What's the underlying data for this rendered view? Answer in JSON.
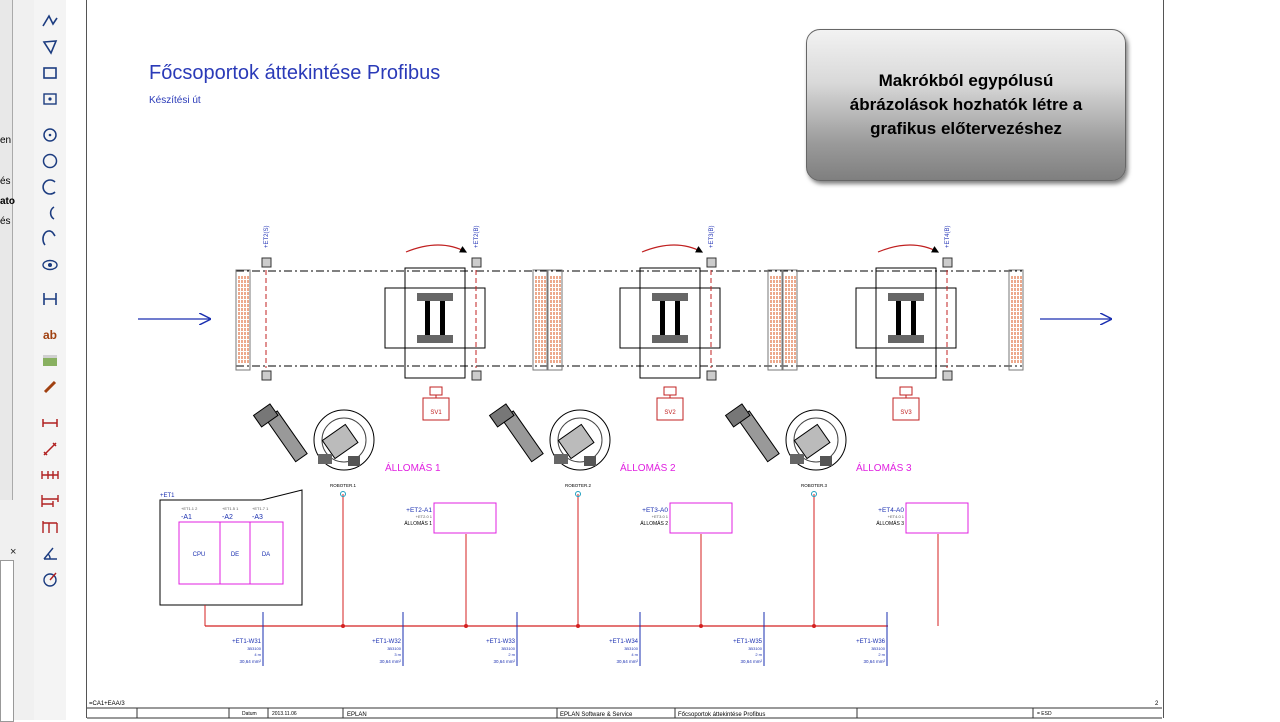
{
  "side_panel": {
    "fragments": [
      "en",
      "és",
      "ato",
      "és"
    ],
    "close_glyph": "×"
  },
  "toolbar": {
    "icons": [
      "polyline-icon",
      "polygon-icon",
      "rectangle-icon",
      "rect-point-icon",
      "circle-center-icon",
      "circle-icon",
      "arc-icon",
      "arc2-icon",
      "ellipse-arc-icon",
      "eye-icon",
      "connect-icon",
      "text-icon",
      "image-icon",
      "link-icon",
      "dimension-icon",
      "dimension-angle-icon",
      "dimension-chain-icon",
      "dimension-base-icon",
      "dimension-increment-icon",
      "dimension-angle2-icon",
      "dimension-radius-icon"
    ],
    "text_icon_label": "ab"
  },
  "page": {
    "title": "Főcsoportok áttekintése Profibus",
    "subtitle": "Készítési út"
  },
  "callout": {
    "text": "Makrókból egypólusú ábrázolások hozhatók létre a grafikus előtervezéshez"
  },
  "diagram": {
    "sensor_labels": [
      "+ET2(S)",
      "+ET2(B)",
      "+ET3(B)",
      "+ET4(B)"
    ],
    "valves": [
      "SV1",
      "SV2",
      "SV3"
    ],
    "stations": [
      "ÁLLOMÁS 1",
      "ÁLLOMÁS 2",
      "ÁLLOMÁS 3"
    ],
    "robots": [
      "ROBOTER.1",
      "ROBOTER.2",
      "ROBOTER.3"
    ],
    "et1": {
      "label": "+ET1",
      "modules": [
        "-A1",
        "-A2",
        "-A3"
      ],
      "module_small": [
        "+ET1.1  2",
        "+ET1.5  1",
        "+ET1.7  1"
      ],
      "slots": [
        "CPU",
        "DE",
        "DA"
      ]
    },
    "boxes": [
      {
        "tag": "+ET2-A1",
        "sub": "+ET2.0  1",
        "name": "ÁLLOMÁS 1"
      },
      {
        "tag": "+ET3-A0",
        "sub": "+ET3.0  1",
        "name": "ÁLLOMÁS 2"
      },
      {
        "tag": "+ET4-A0",
        "sub": "+ET4.0  1",
        "name": "ÁLLOMÁS 3"
      }
    ],
    "cables": [
      {
        "name": "+ET1-W31",
        "type": "3B3100",
        "len": "4 m",
        "area": "30,64 mm²"
      },
      {
        "name": "+ET1-W32",
        "type": "3B3100",
        "len": "3 m",
        "area": "30,64 mm²"
      },
      {
        "name": "+ET1-W33",
        "type": "3B3100",
        "len": "2 m",
        "area": "30,64 mm²"
      },
      {
        "name": "+ET1-W34",
        "type": "3B3100",
        "len": "4 m",
        "area": "30,64 mm²"
      },
      {
        "name": "+ET1-W35",
        "type": "3B3100",
        "len": "2 m",
        "area": "30,64 mm²"
      },
      {
        "name": "+ET1-W36",
        "type": "3B3100",
        "len": "2 m",
        "area": "30,64 mm²"
      }
    ]
  },
  "title_block": {
    "path": "=CA1+EAA/3",
    "page_no": "2",
    "date_label": "Datum",
    "date": "2013.11.06",
    "company": "EPLAN",
    "vendor": "EPLAN Software & Service",
    "doc_title": "Főcsoportok áttekintése Profibus",
    "right_code": "= ESD"
  },
  "colors": {
    "title_blue": "#2a3ab8",
    "profibus_red": "#d42020",
    "station_magenta": "#e020e0",
    "arrow_blue": "#1a2fb0"
  }
}
